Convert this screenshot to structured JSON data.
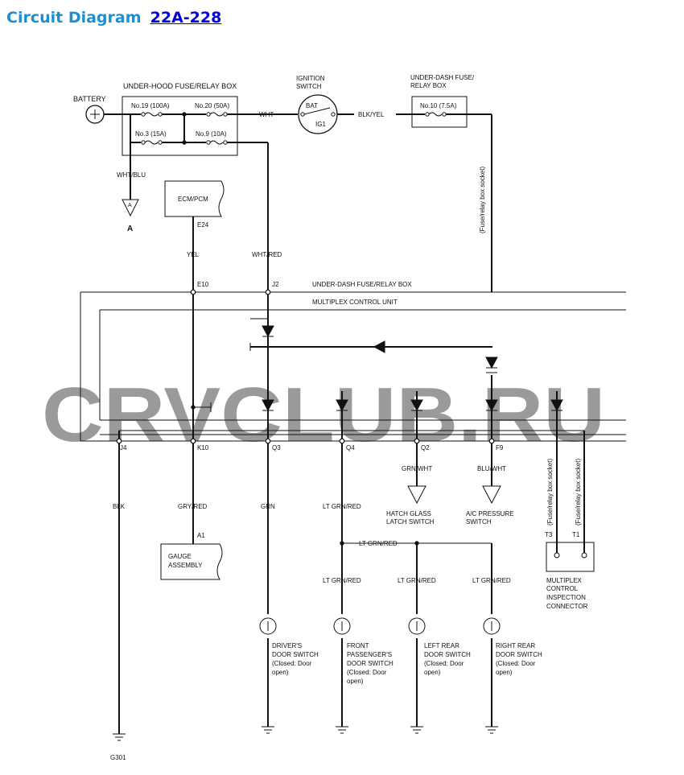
{
  "page": {
    "title": "Circuit Diagram",
    "link_text": "22A-228"
  },
  "watermark": "CRVCLUB.RU",
  "colors": {
    "title": "#1b8fd0",
    "link": "#0000d8",
    "watermark": "#f2bcbc",
    "line": "#111111"
  },
  "labels": {
    "underhood_box": "UNDER-HOOD FUSE/RELAY BOX",
    "battery": "BATTERY",
    "fuse19": "No.19 (100A)",
    "fuse20": "No.20 (50A)",
    "fuse3": "No.3 (15A)",
    "fuse9": "No.9 (10A)",
    "ignition_1": "IGNITION",
    "ignition_2": "SWITCH",
    "bat": "BAT",
    "ig1": "IG1",
    "wht": "WHT",
    "blkyel": "BLK/YEL",
    "underdash_1": "UNDER-DASH FUSE/",
    "underdash_2": "RELAY BOX",
    "fuse10": "No.10 (7.5A)",
    "socket_right": "(Fuse/relay box socket)",
    "whtblu": "WHT/BLU",
    "conn_a": "A",
    "conn_a_big": "A",
    "ecm": "ECM/PCM",
    "e24": "E24",
    "yel": "YEL",
    "whtred": "WHT/RED",
    "e10": "E10",
    "j2": "J2",
    "underdash_box": "UNDER-DASH FUSE/RELAY BOX",
    "mcu": "MULTIPLEX CONTROL UNIT",
    "j4": "J4",
    "k10": "K10",
    "q3": "Q3",
    "q4": "Q4",
    "q2": "Q2",
    "f9": "F9",
    "blk": "BLK",
    "gryred": "GRY/RED",
    "grn": "GRN",
    "ltgrnred_q4": "LT GRN/RED",
    "grnwht": "GRN/WHT",
    "bluwht": "BLU/WHT",
    "hatch_1": "HATCH GLASS",
    "hatch_2": "LATCH SWITCH",
    "ac_1": "A/C PRESSURE",
    "ac_2": "SWITCH",
    "socket_t3": "(Fuse/relay box socket)",
    "socket_t1": "(Fuse/relay box socket)",
    "a1": "A1",
    "gauge_1": "GAUGE",
    "gauge_2": "ASSEMBLY",
    "ltgrnred_bus": "LT GRN/RED",
    "t3": "T3",
    "t1": "T1",
    "ltgrnred_2": "LT GRN/RED",
    "ltgrnred_3": "LT GRN/RED",
    "ltgrnred_4": "LT GRN/RED",
    "mpx_1": "MULTIPLEX",
    "mpx_2": "CONTROL",
    "mpx_3": "INSPECTION",
    "mpx_4": "CONNECTOR",
    "drv_1": "DRIVER'S",
    "drv_2": "DOOR SWITCH",
    "drv_3": "(Closed: Door",
    "drv_4": "open)",
    "fp_1": "FRONT",
    "fp_2": "PASSENGER'S",
    "fp_3": "DOOR SWITCH",
    "fp_4": "(Closed: Door",
    "fp_5": "open)",
    "lr_1": "LEFT REAR",
    "lr_2": "DOOR SWITCH",
    "lr_3": "(Closed: Door",
    "lr_4": "open)",
    "rr_1": "RIGHT REAR",
    "rr_2": "DOOR SWITCH",
    "rr_3": "(Closed: Door",
    "rr_4": "open)",
    "g301": "G301"
  }
}
